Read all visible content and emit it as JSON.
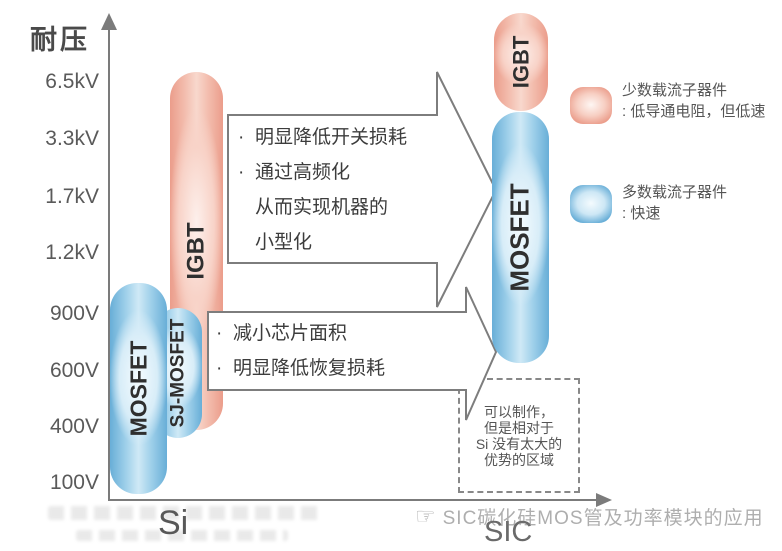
{
  "ui": {
    "bullet": "·"
  },
  "axis": {
    "y_label": "耐压",
    "ticks": [
      "6.5kV",
      "3.3kV",
      "1.7kV",
      "1.2kV",
      "900V",
      "600V",
      "400V",
      "100V"
    ],
    "si_label": "Si",
    "sic_label": "SIC"
  },
  "bars": {
    "si_igbt_label": "IGBT",
    "si_sj_mosfet_label": "SJ-MOSFET",
    "si_mosfet_label": "MOSFET",
    "sic_igbt_label": "IGBT",
    "sic_mosfet_label": "MOSFET"
  },
  "arrow_top": {
    "line1": "明显降低开关损耗",
    "line2": "通过高频化",
    "line3": "从而实现机器的",
    "line4": "小型化"
  },
  "arrow_bottom": {
    "line1": "减小芯片面积",
    "line2": "明显降低恢复损耗"
  },
  "legend": {
    "minority_line1": "少数载流子器件",
    "minority_line2": ": 低导通电阻，但低速",
    "majority_line1": "多数载流子器件",
    "majority_line2": ": 快速"
  },
  "note_box": {
    "line1": "可以制作，",
    "line2": "但是相对于",
    "line3": "Si 没有太大的",
    "line4": "优势的区域"
  },
  "watermark": {
    "icon": "☞",
    "text": "SIC碳化硅MOS管及功率模块的应用"
  },
  "colors": {
    "pink_edge": "#eb9d8b",
    "pink_center": "#fdf0ec",
    "blue_edge": "#68aed7",
    "blue_center": "#f4fbfe",
    "axis_gray": "#7b7b7b"
  }
}
